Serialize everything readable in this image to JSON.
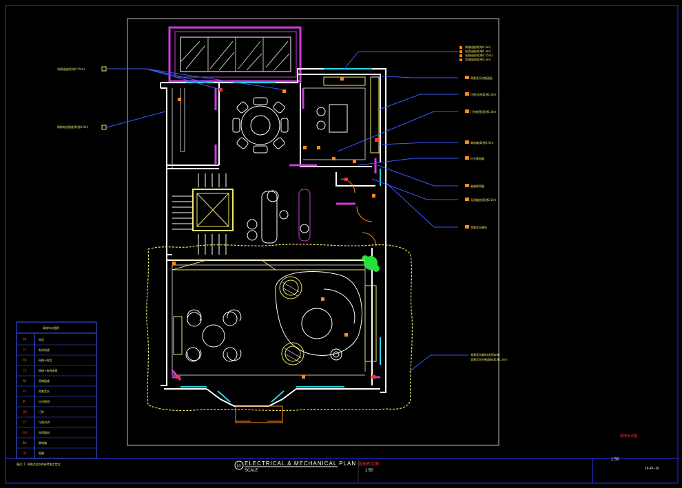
{
  "drawing": {
    "title": "ELECTRICAL & MECHANICAL PLAN",
    "title_cn": "弱电布点图",
    "scale_label": "SCALE",
    "scale_value": "1:50",
    "drawing_number": "10",
    "sheet_scale_right": "1:50",
    "sheet_code": "1F-PL-10",
    "sheet_name_cn": "弱电布点图",
    "footer_note": "备注: 1. 弱电点位仅供参考施工定位"
  },
  "legend": {
    "title": "弱电布点图例",
    "rows": [
      {
        "symbol": "TP",
        "label": "电话"
      },
      {
        "symbol": "TV",
        "label": "有线电视"
      },
      {
        "symbol": "TD",
        "label": "网络+电话"
      },
      {
        "symbol": "TO",
        "label": "网络+有线电视"
      },
      {
        "symbol": "AV",
        "label": "音响插座"
      },
      {
        "symbol": "SP",
        "label": "背景音乐"
      },
      {
        "symbol": "IR",
        "label": "红外探测"
      },
      {
        "symbol": "DB",
        "label": "门铃"
      },
      {
        "symbol": "CT",
        "label": "可视对讲"
      },
      {
        "symbol": "WS",
        "label": "无线路由"
      },
      {
        "symbol": "BX",
        "label": "弱电箱"
      },
      {
        "symbol": "HS",
        "label": "烟感"
      }
    ]
  },
  "callouts": {
    "left": [
      {
        "text": "电视插座(距地0.55m)"
      },
      {
        "text": "网络电话插座(距地0.3m)"
      }
    ],
    "right": [
      {
        "text": "网络插座(距地0.3m)"
      },
      {
        "text": "电话插座(距地0.3m)"
      },
      {
        "text": "电视插座(距地0.55m)"
      },
      {
        "text": "音响插座(距地0.3m)"
      },
      {
        "text": "背景音乐控制面板"
      },
      {
        "text": "可视对讲(距地1.4m)"
      },
      {
        "text": "门铃按钮(距地1.4m)"
      },
      {
        "text": "弱电箱(距地0.3m)"
      },
      {
        "text": "红外探测器"
      },
      {
        "text": "烟感探测器"
      },
      {
        "text": "无线路由(距地2.2m)"
      },
      {
        "text": "背景音乐喇叭"
      }
    ],
    "lower_right": [
      {
        "text": "背景音乐喇叭(吸顶安装)"
      },
      {
        "text": "背景音乐控制面板(距地1.4m)"
      }
    ]
  },
  "colors": {
    "wall": "#ffffff",
    "furniture": "#f2e86b",
    "window": "#28d6e6",
    "purple": "#d03adf",
    "leader": "#3a5cff",
    "orange": "#ff8a1a",
    "green": "#27e03a",
    "red": "#ff3030",
    "frame": "#2a2fff"
  }
}
